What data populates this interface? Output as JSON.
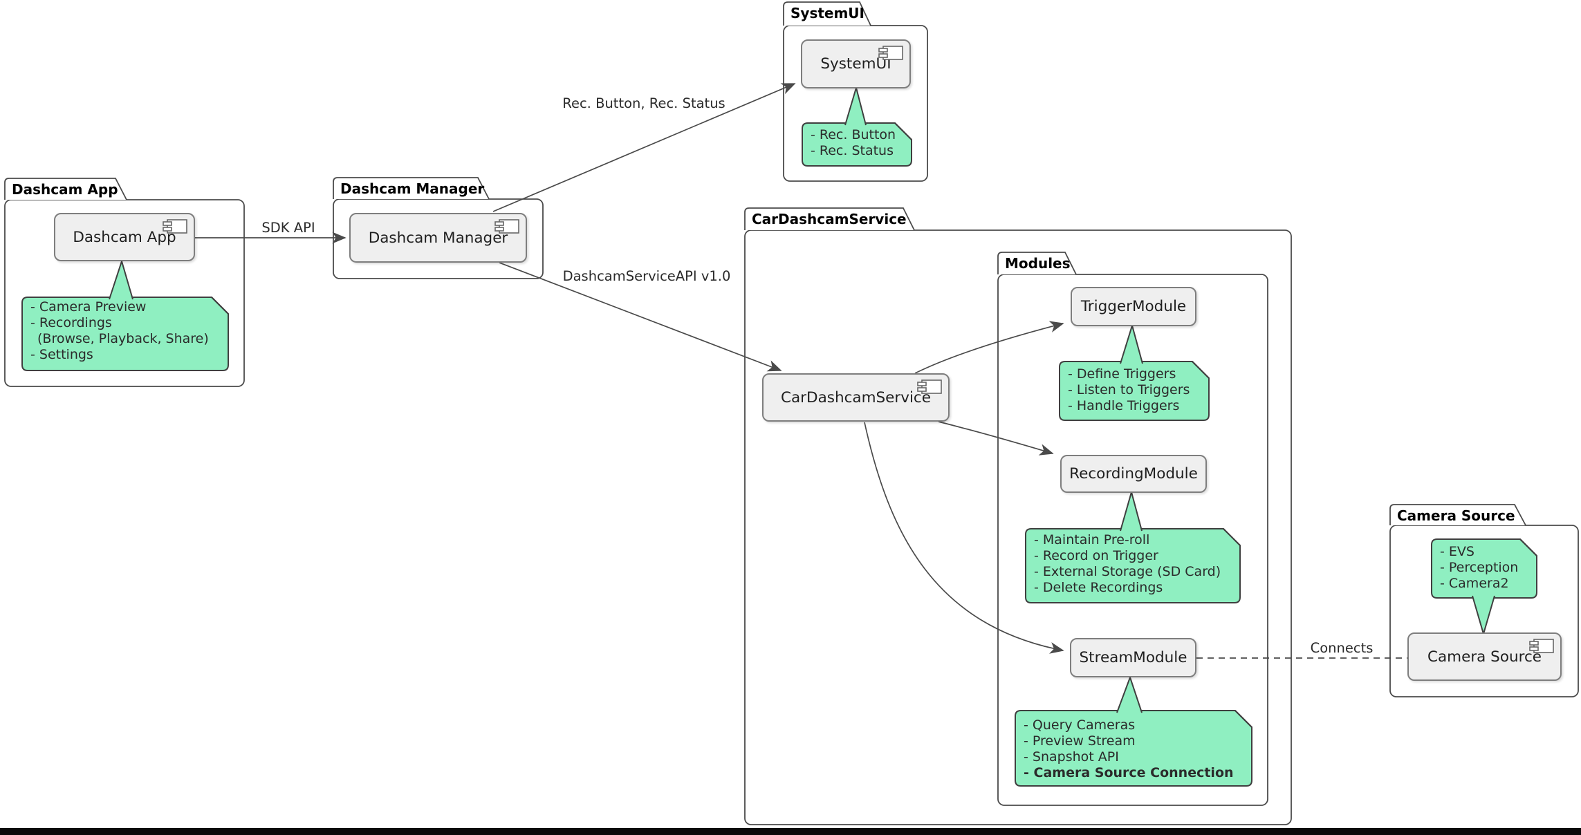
{
  "diagram_title": "Dashcam architecture component diagram",
  "packages": {
    "dashcam_app": {
      "title": "Dashcam App"
    },
    "dashcam_manager": {
      "title": "Dashcam Manager"
    },
    "systemui": {
      "title": "SystemUI"
    },
    "car_dashcam_service": {
      "title": "CarDashcamService"
    },
    "modules": {
      "title": "Modules"
    },
    "camera_source": {
      "title": "Camera Source"
    }
  },
  "components": {
    "dashcam_app": "Dashcam App",
    "dashcam_manager": "Dashcam Manager",
    "systemui": "SystemUI",
    "car_dashcam_service": "CarDashcamService",
    "trigger_module": "TriggerModule",
    "recording_module": "RecordingModule",
    "stream_module": "StreamModule",
    "camera_source": "Camera Source"
  },
  "notes": {
    "dashcam_app": {
      "lines": [
        "- Camera Preview",
        "- Recordings",
        "(Browse, Playback, Share)",
        "- Settings"
      ]
    },
    "systemui": {
      "lines": [
        "- Rec. Button",
        "- Rec. Status"
      ]
    },
    "trigger_module": {
      "lines": [
        "- Define Triggers",
        "- Listen to Triggers",
        "- Handle Triggers"
      ]
    },
    "recording_module": {
      "lines": [
        "- Maintain Pre-roll",
        "- Record on Trigger",
        "- External Storage (SD Card)",
        "- Delete Recordings"
      ]
    },
    "stream_module": {
      "lines": [
        "- Query Cameras",
        "- Preview Stream",
        "- Snapshot API",
        "- Camera Source Connection"
      ]
    },
    "camera_source": {
      "lines": [
        "- EVS",
        "- Perception",
        "- Camera2"
      ]
    }
  },
  "edges": {
    "sdk_api": "SDK API",
    "rec_button_status": "Rec. Button, Rec. Status",
    "dashcam_service_api": "DashcamServiceAPI v1.0",
    "connects": "Connects"
  },
  "icons": {
    "component_icon": "uml-component-icon"
  },
  "colors": {
    "note_fill": "#8FEFC1",
    "note_border": "#3F3F3F",
    "component_fill": "#EFEFEF",
    "component_border": "#7E7E7E",
    "package_border": "#4A4A4A",
    "line": "#4A4A4A",
    "bottom_bar": "#0A0A0A"
  }
}
